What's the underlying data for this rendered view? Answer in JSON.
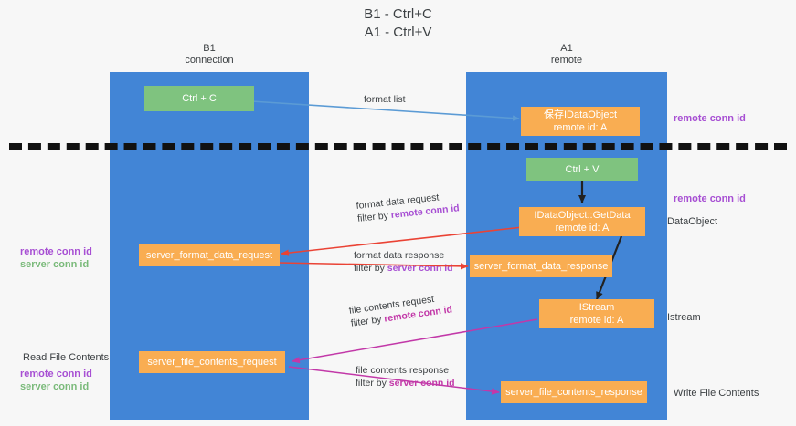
{
  "title": {
    "line1": "B1 - Ctrl+C",
    "line2": "A1 - Ctrl+V"
  },
  "lanes": [
    {
      "name": "B1",
      "sub": "connection"
    },
    {
      "name": "A1",
      "sub": "remote"
    }
  ],
  "nodes": {
    "ctrl_c": "Ctrl + C",
    "ctrl_v": "Ctrl + V",
    "idataobject_title": "保存IDataObject",
    "idataobject_sub": "remote id: A",
    "getdata_title": "IDataObject::GetData",
    "getdata_sub": "remote id: A",
    "istream_title": "IStream",
    "istream_sub": "remote id: A",
    "server_format_data_request": "server_format_data_request",
    "server_format_data_response": "server_format_data_response",
    "server_file_contents_request": "server_file_contents_request",
    "server_file_contents_response": "server_file_contents_response"
  },
  "edges": {
    "format_list": "format list",
    "format_data_request": "format data request",
    "format_data_request_filter_prefix": "filter by ",
    "format_data_request_filter_key": "remote conn id",
    "format_data_response": "format data response",
    "format_data_response_filter_prefix": "filter by ",
    "format_data_response_filter_key": "server conn id",
    "file_contents_request": "file contents request",
    "file_contents_request_filter_prefix": "filter by ",
    "file_contents_request_filter_key": "remote conn id",
    "file_contents_response": "file contents response",
    "file_contents_response_filter_prefix": "filter by ",
    "file_contents_response_filter_key": "server conn id"
  },
  "annotations": {
    "right_remote_conn_id_top": "remote conn id",
    "right_remote_conn_id_mid": "remote conn id",
    "right_dataobject": "DataObject",
    "right_istream": "Istream",
    "right_write_file_contents": "Write File Contents",
    "left_remote_conn_id_1": "remote conn id",
    "left_server_conn_id_1": "server conn id",
    "left_read_file_contents": "Read File Contents",
    "left_remote_conn_id_2": "remote conn id",
    "left_server_conn_id_2": "server conn id"
  },
  "colors": {
    "lane": "#4285d6",
    "green_node": "#7fc37f",
    "orange_node": "#f9ad52",
    "purple_text": "#a74fd3",
    "green_text": "#7aba7a",
    "magenta_arrow": "#c238a8",
    "red_arrow": "#ea4335",
    "blue_arrow": "#5b9bd5",
    "black_arrow": "#222222",
    "background": "#f7f7f7"
  }
}
